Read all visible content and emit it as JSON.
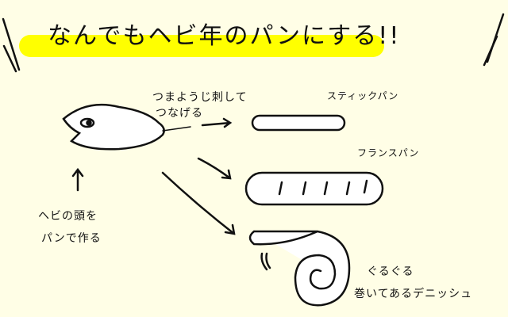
{
  "title": "なんでもヘビ年のパンにする!!",
  "labels": {
    "toothpick_1": "つまようじ刺して",
    "toothpick_2": "つなげる",
    "stick_bread": "スティックパン",
    "french_bread": "フランスパン",
    "head_1": "ヘビの頭を",
    "head_2": "パンで作る",
    "danish_1": "ぐるぐる",
    "danish_2": "巻いてあるデニッシュ"
  },
  "colors": {
    "background": "#fffee6",
    "highlight": "#ffff00",
    "ink": "#111111"
  }
}
